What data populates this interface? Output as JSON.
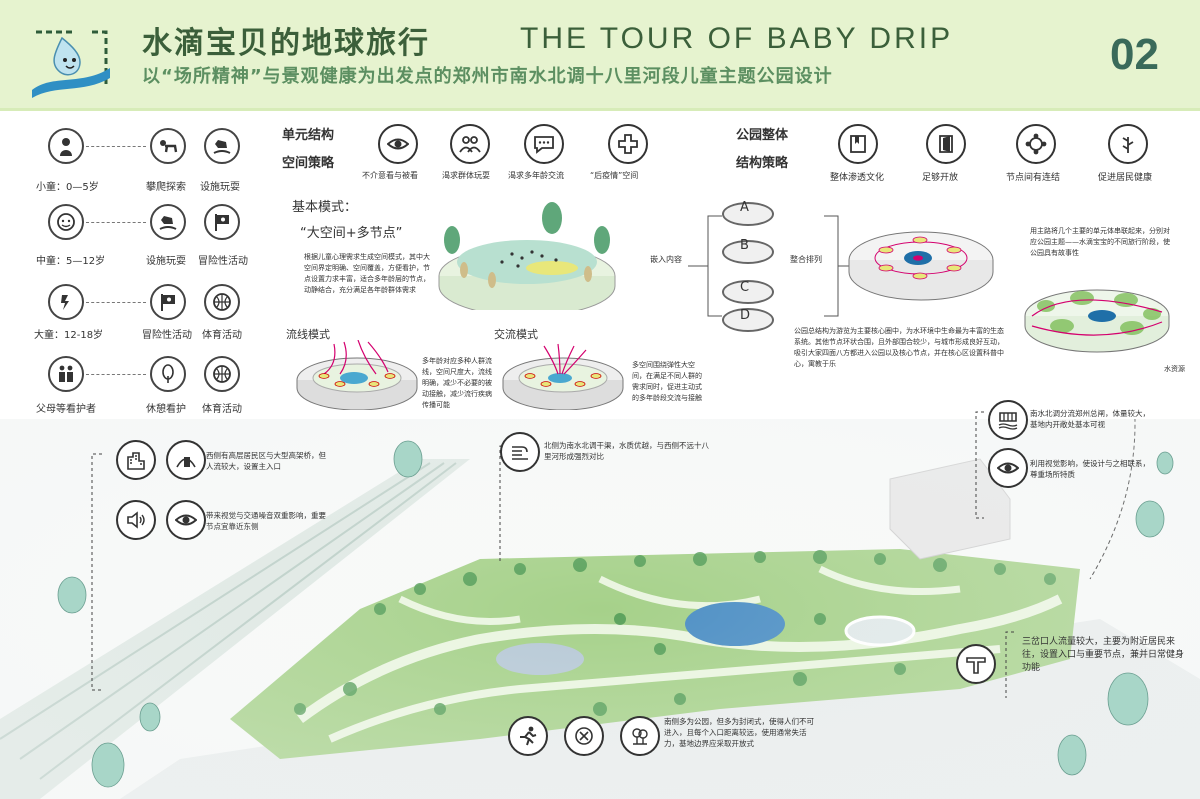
{
  "header": {
    "title_cn": "水滴宝贝的地球旅行",
    "title_en": "THE TOUR OF BABY DRIP",
    "subtitle": "以“场所精神”与景观健康为出发点的郑州市南水北调十八里河段儿童主题公园设计",
    "page_number": "02"
  },
  "users": {
    "groups": [
      {
        "label": "小童：0—5岁",
        "items": [
          {
            "icon": "crawl-icon",
            "label": "攀爬探索"
          },
          {
            "icon": "rocking-horse-icon",
            "label": "设施玩耍"
          }
        ]
      },
      {
        "label": "中童：5—12岁",
        "items": [
          {
            "icon": "rocking-horse-icon",
            "label": "设施玩耍"
          },
          {
            "icon": "flag-icon",
            "label": "冒险性活动"
          }
        ]
      },
      {
        "label": "大童：12-18岁",
        "items": [
          {
            "icon": "flag-icon",
            "label": "冒险性活动"
          },
          {
            "icon": "basketball-icon",
            "label": "体育活动"
          }
        ]
      },
      {
        "label": "父母等看护者",
        "items": [
          {
            "icon": "tree-icon",
            "label": "休憩看护"
          },
          {
            "icon": "basketball-icon",
            "label": "体育活动"
          }
        ]
      }
    ]
  },
  "unit_strategy": {
    "title_line1": "单元结构",
    "title_line2": "空间策略",
    "items": [
      {
        "icon": "eye-icon",
        "label": "不介意看与被看"
      },
      {
        "icon": "group-icon",
        "label": "渴求群体玩耍"
      },
      {
        "icon": "chat-icon",
        "label": "渴求多年龄交流"
      },
      {
        "icon": "cross-icon",
        "label": "“后疫情”空间"
      }
    ]
  },
  "park_strategy": {
    "title_line1": "公园整体",
    "title_line2": "结构策略",
    "items": [
      {
        "icon": "book-icon",
        "label": "整体渗透文化"
      },
      {
        "icon": "door-icon",
        "label": "足够开放"
      },
      {
        "icon": "node-icon",
        "label": "节点间有连结"
      },
      {
        "icon": "leaf-icon",
        "label": "促进居民健康"
      }
    ]
  },
  "basic_mode": {
    "title": "基本模式：",
    "quote": "“大空间+多节点”",
    "desc": "根据儿童心理需求生成空间模式，其中大空间界定明确、空间覆盖，方便看护，节点设置力求丰富，适合多年龄层的节点，动静结合，充分满足各年龄群体需求"
  },
  "flow_mode": {
    "title": "流线模式",
    "desc": "多年龄对应多种人群流线，空间尺度大，流线明确，减少不必要的被动接触，减少流行疾病传播可能"
  },
  "exchange_mode": {
    "title": "交流模式",
    "desc": "多空间围绕弹性大空间，在满足不同人群的需求同时，促进主动式的多年龄段交流与接触"
  },
  "structure": {
    "nodes": [
      "A",
      "B",
      "C",
      "D"
    ],
    "embed_label": "嵌入内容",
    "arrange_label": "整合排列",
    "desc": "公园总结构为游览为主要核心圈中，为水环境中生命最为丰富的生态系统。其他节点环状合围，且外部围合较少，与城市形成良好互动，吸引大家四面八方都进入公园以及核心节点，并在核心区设置科普中心，寓教于乐",
    "theme_note": "用主路将几个主要的单元体串联起来，分别对应公园主题——水滴宝宝的不同旅行阶段，使公园具有故事性",
    "water_label": "水资源"
  },
  "annotations": {
    "west": {
      "items": [
        {
          "icon": "building-icon",
          "desc": "西侧有高层居民区与大型高架桥，但人流较大，设置主入口"
        },
        {
          "icon": "speaker-icon",
          "desc": "带来视觉与交通噪音双重影响，重要节点宜靠近东侧"
        }
      ],
      "extra_icons": [
        "sign-icon",
        "eye-icon"
      ]
    },
    "north": {
      "icon": "water-icon",
      "desc": "北侧为南水北调干渠，水质优越，与西侧不远十八里河形成强烈对比"
    },
    "east": {
      "items": [
        {
          "icon": "dam-icon",
          "desc": "南水北调分流郑州总闸，体量较大，基地内开敞处基本可视"
        },
        {
          "icon": "eye-icon",
          "desc": "利用视觉影响，使设计与之相联系，尊重场所特质"
        }
      ]
    },
    "southeast": {
      "icon": "junction-icon",
      "desc": "三岔口人流量较大，主要为附近居民来往，设置入口与重要节点，兼并日常健身功能"
    },
    "south": {
      "icons": [
        "runner-icon",
        "no-entry-icon",
        "tree-group-icon"
      ],
      "desc": "南侧多为公园，但多为封闭式，使得人们不可进入，且每个入口距离较远，使用通常失活力，基地边界应采取开放式"
    }
  },
  "colors": {
    "header_bg": "#e6f3cf",
    "title": "#3b5f3a",
    "subtitle": "#5c8f61",
    "park_green": "#7fbf5a",
    "water": "#1f6fa8",
    "accent_pink": "#d4006e"
  }
}
